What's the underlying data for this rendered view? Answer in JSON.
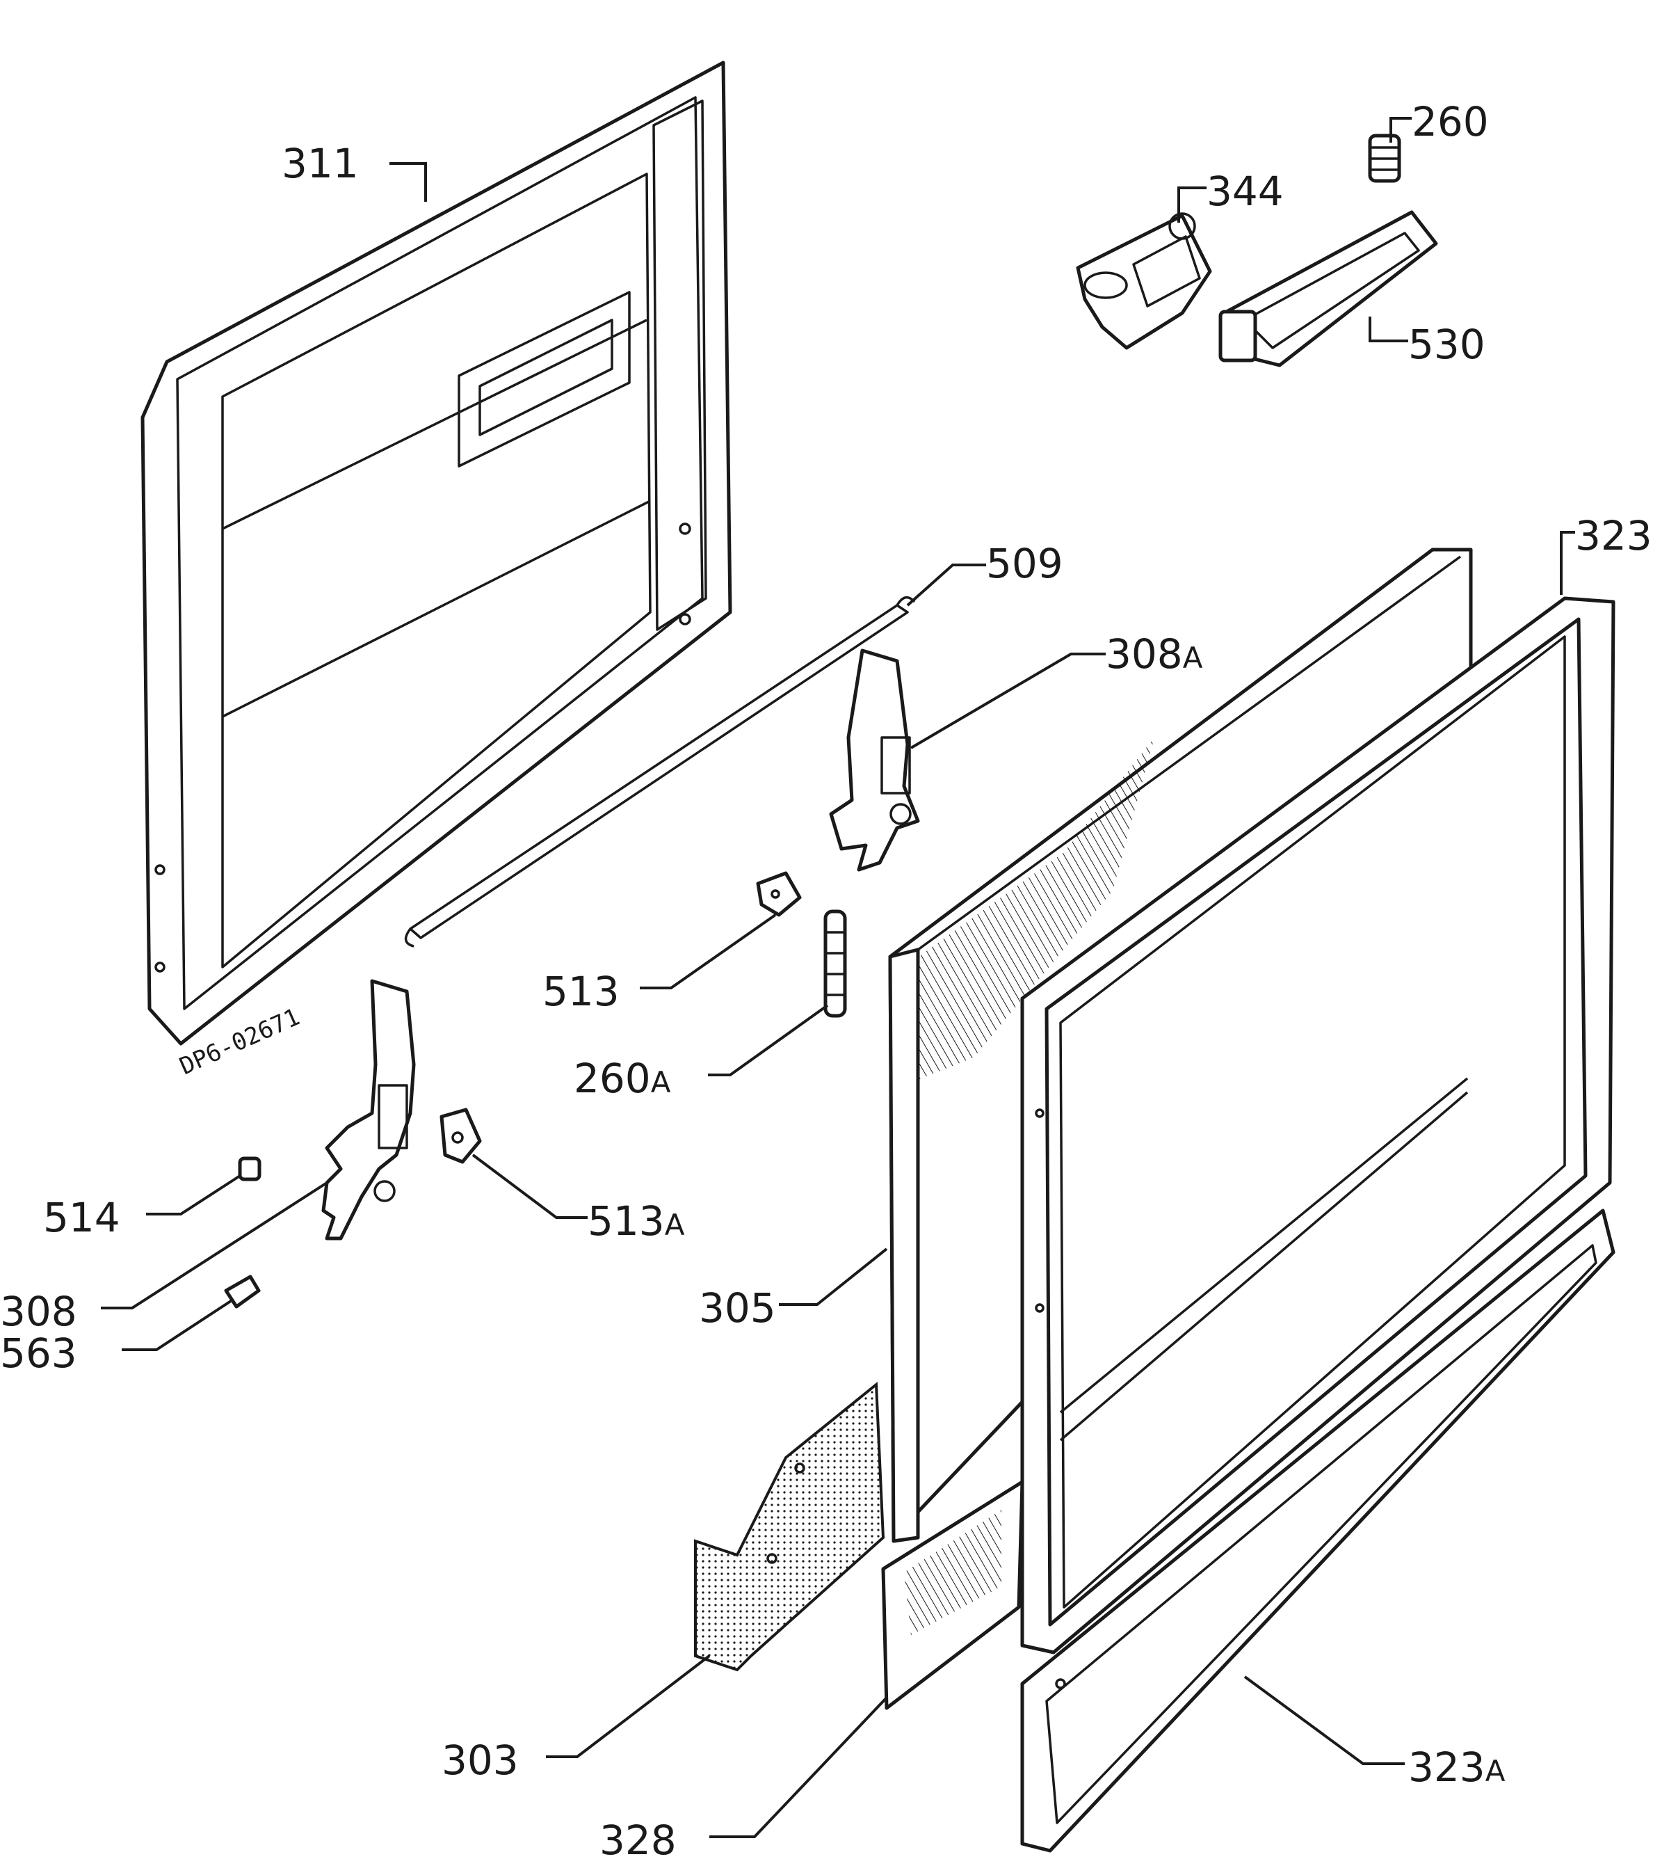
{
  "drawing_code": "DP6-02671",
  "callouts": [
    {
      "id": "311",
      "number": "311",
      "suffix": ""
    },
    {
      "id": "260",
      "number": "260",
      "suffix": ""
    },
    {
      "id": "344",
      "number": "344",
      "suffix": ""
    },
    {
      "id": "530",
      "number": "530",
      "suffix": ""
    },
    {
      "id": "323",
      "number": "323",
      "suffix": ""
    },
    {
      "id": "509",
      "number": "509",
      "suffix": ""
    },
    {
      "id": "308A",
      "number": "308",
      "suffix": "A"
    },
    {
      "id": "513",
      "number": "513",
      "suffix": ""
    },
    {
      "id": "260A",
      "number": "260",
      "suffix": "A"
    },
    {
      "id": "514",
      "number": "514",
      "suffix": ""
    },
    {
      "id": "513A",
      "number": "513",
      "suffix": "A"
    },
    {
      "id": "308",
      "number": "308",
      "suffix": ""
    },
    {
      "id": "563",
      "number": "563",
      "suffix": ""
    },
    {
      "id": "305",
      "number": "305",
      "suffix": ""
    },
    {
      "id": "303",
      "number": "303",
      "suffix": ""
    },
    {
      "id": "328",
      "number": "328",
      "suffix": ""
    },
    {
      "id": "323A",
      "number": "323",
      "suffix": "A"
    }
  ]
}
